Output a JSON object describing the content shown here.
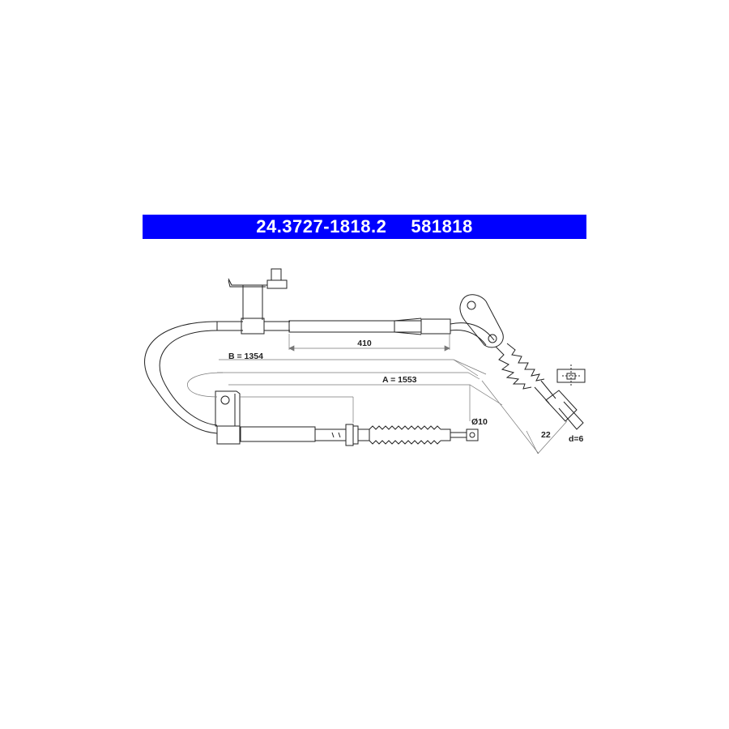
{
  "header": {
    "background": "#0000ff",
    "part_number": "24.3727-1818.2",
    "ref_number": "581818"
  },
  "dimensions": {
    "b": "B = 1354",
    "a": "A = 1553",
    "sleeve": "410",
    "eyelet": "Ø10",
    "end_length": "22",
    "end_diameter": "d=6"
  }
}
